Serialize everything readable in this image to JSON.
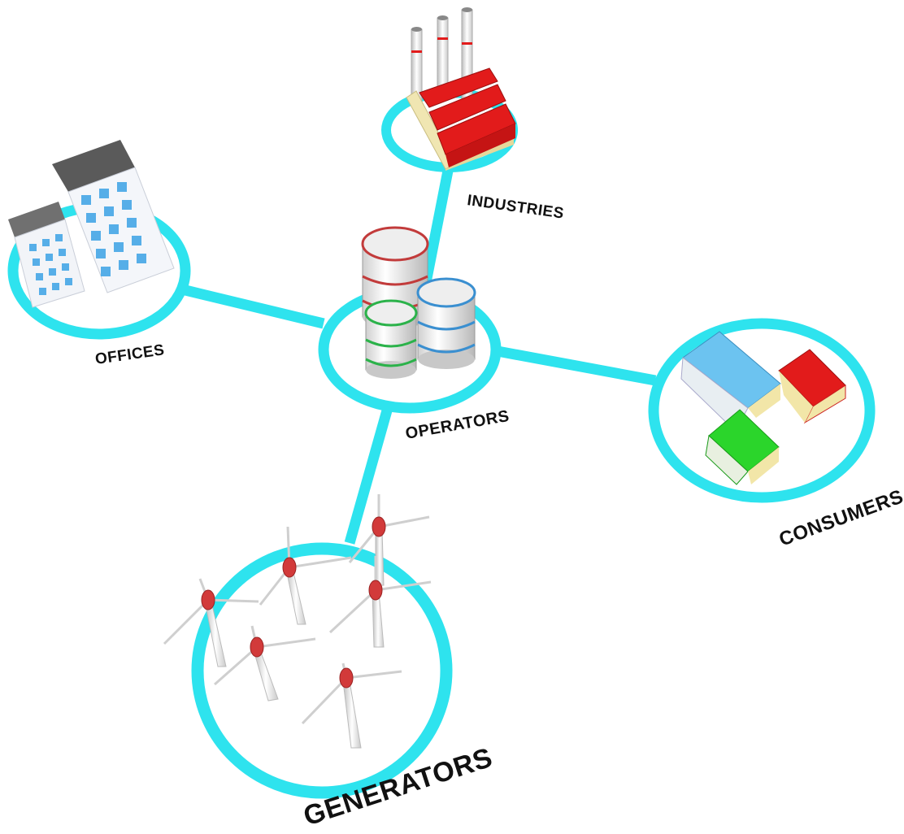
{
  "diagram": {
    "colors": {
      "ring": "#2ee3ee",
      "roof_red": "#e21b1b",
      "roof_blue": "#6cc3f0",
      "roof_green": "#2bd52b",
      "window_blue": "#3aa0e0",
      "wall_cream": "#f5ecc2",
      "building_roof_gray": "#555555"
    },
    "nodes": {
      "operators": {
        "label": "OPERATORS",
        "icon": "storage-tanks-icon"
      },
      "industries": {
        "label": "INDUSTRIES",
        "icon": "factory-icon"
      },
      "offices": {
        "label": "OFFICES",
        "icon": "office-buildings-icon"
      },
      "consumers": {
        "label": "CONSUMERS",
        "icon": "houses-icon"
      },
      "generators": {
        "label": "GENERATORS",
        "icon": "wind-turbines-icon"
      }
    }
  }
}
